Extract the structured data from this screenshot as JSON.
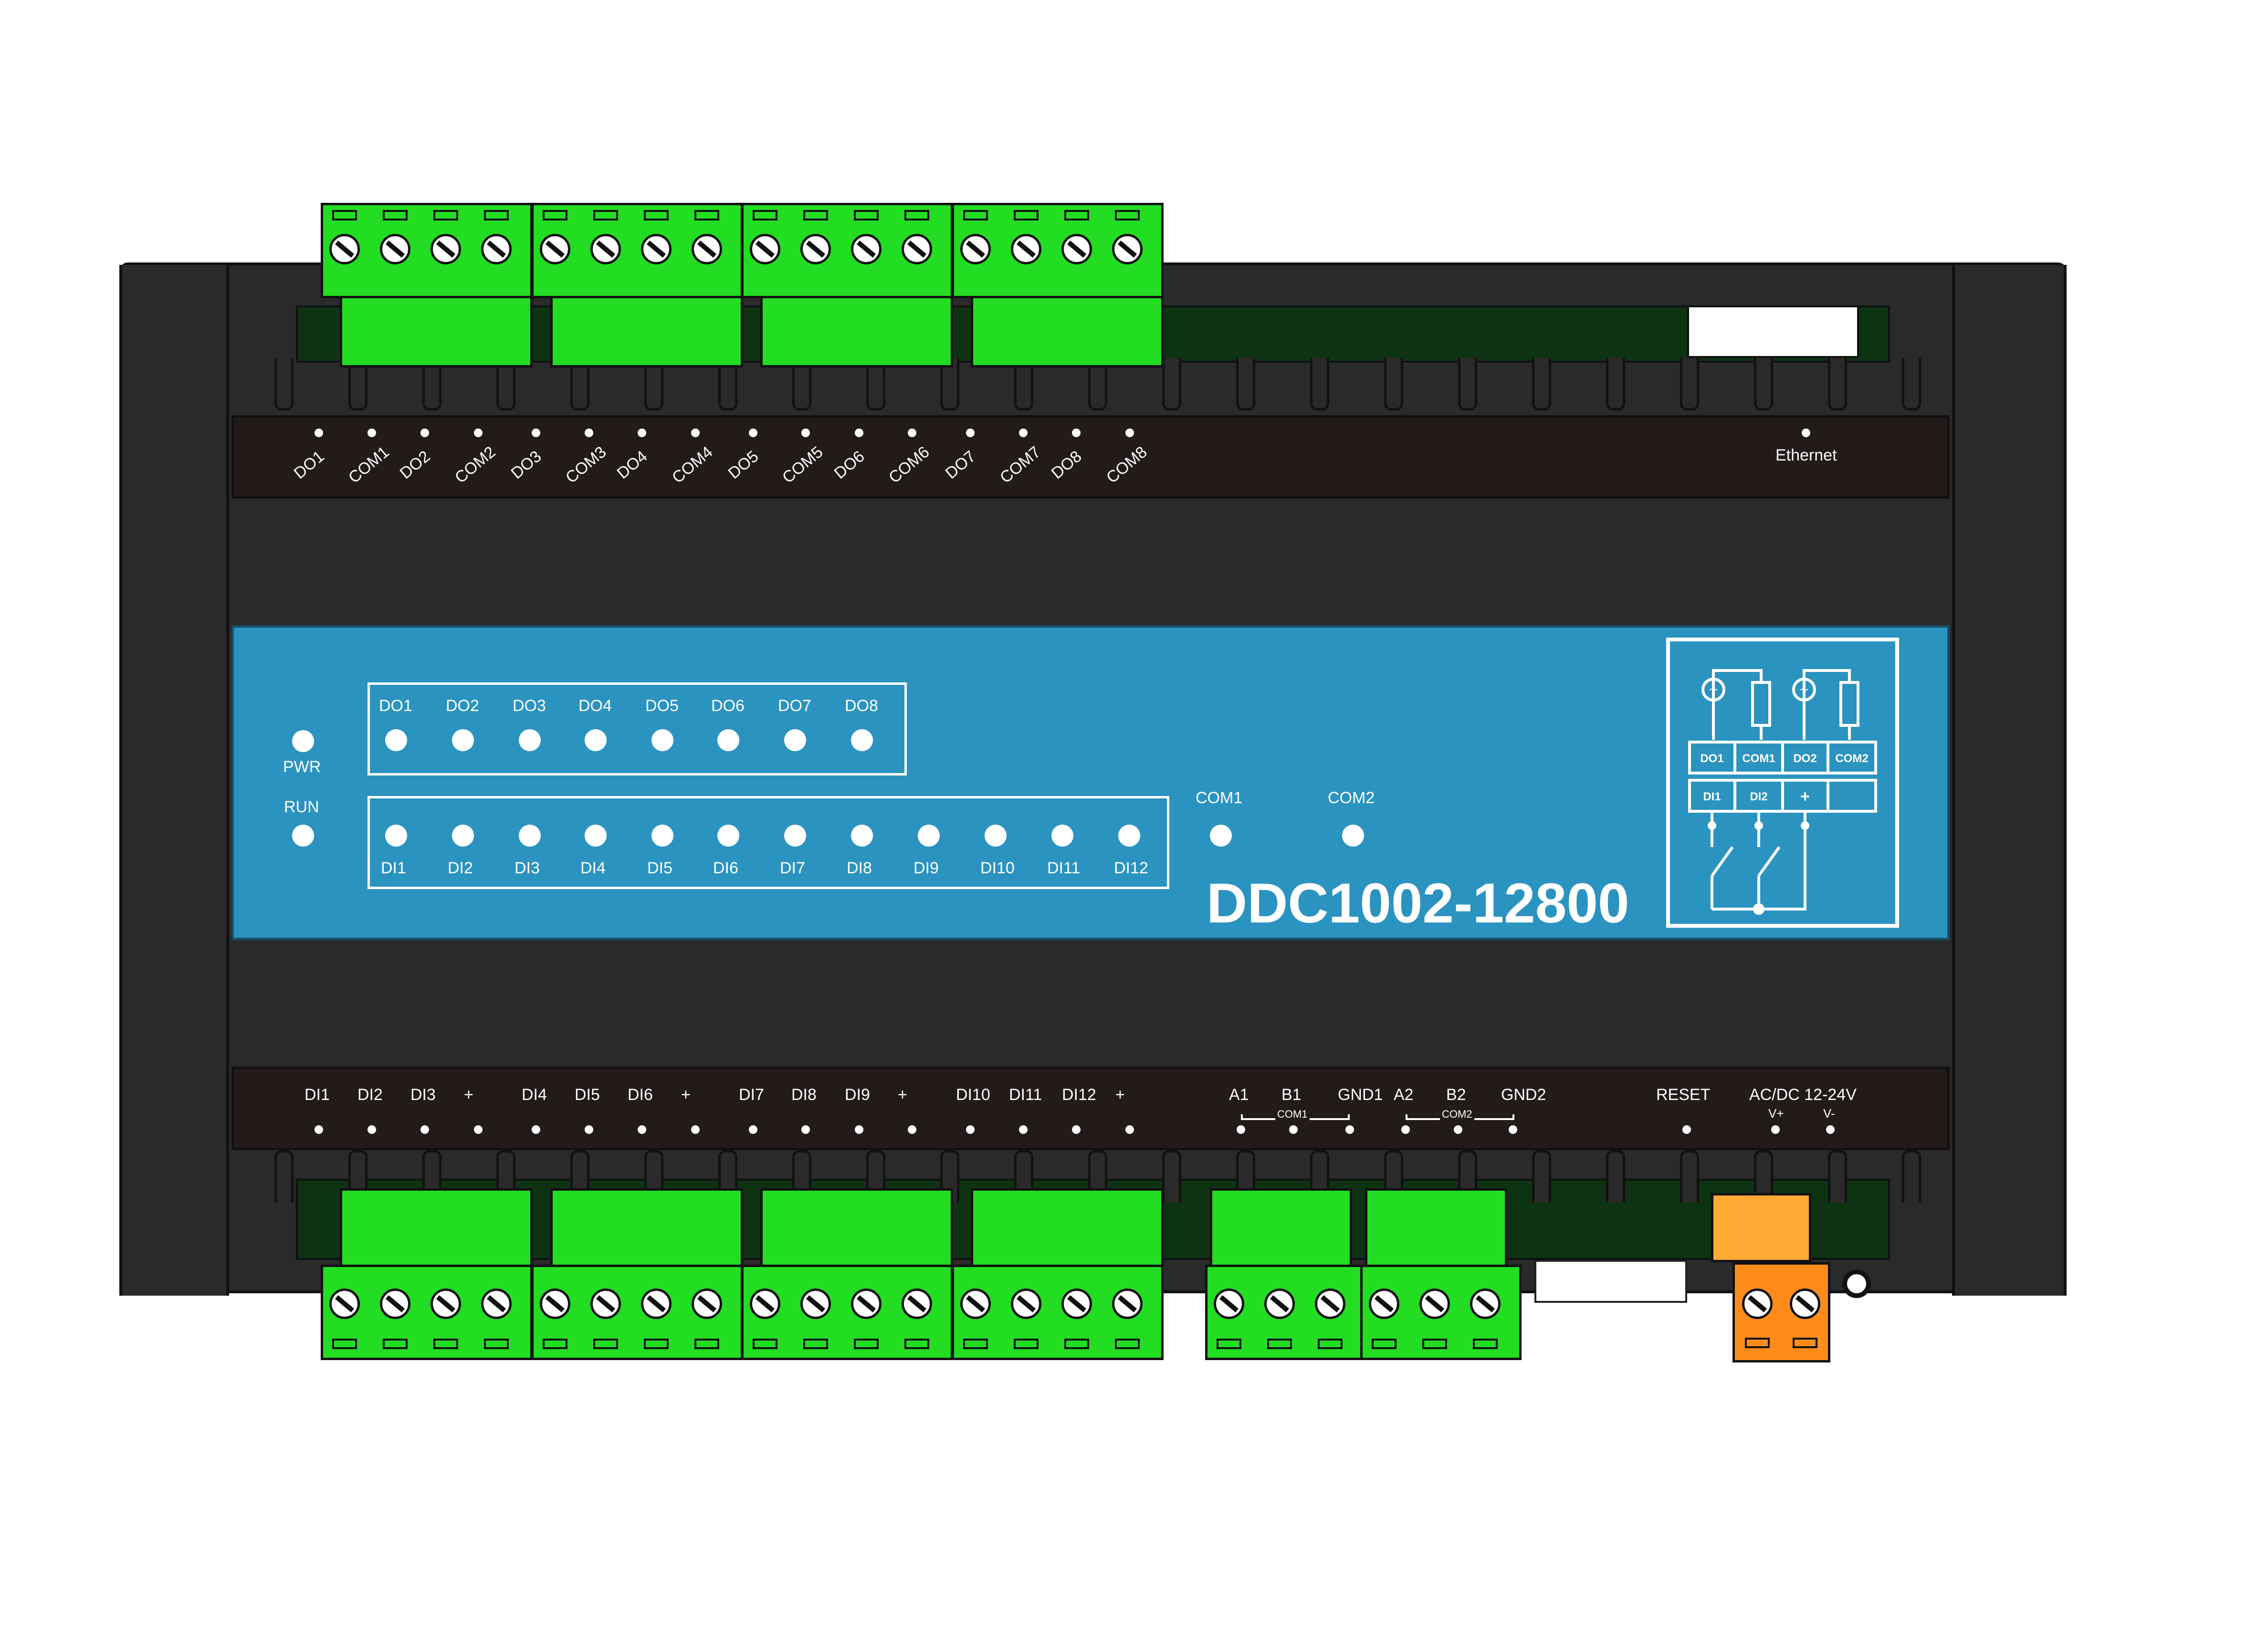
{
  "top_labels": [
    "DO1",
    "COM1",
    "DO2",
    "COM2",
    "DO3",
    "COM3",
    "DO4",
    "COM4",
    "DO5",
    "COM5",
    "DO6",
    "COM6",
    "DO7",
    "COM7",
    "DO8",
    "COM8"
  ],
  "ethernet_label": "Ethernet",
  "panel": {
    "pwr": "PWR",
    "run": "RUN",
    "do_labels": [
      "DO1",
      "DO2",
      "DO3",
      "DO4",
      "DO5",
      "DO6",
      "DO7",
      "DO8"
    ],
    "di_labels": [
      "DI1",
      "DI2",
      "DI3",
      "DI4",
      "DI5",
      "DI6",
      "DI7",
      "DI8",
      "DI9",
      "DI10",
      "DI11",
      "DI12"
    ],
    "com1": "COM1",
    "com2": "COM2",
    "model": "DDC1002-12800",
    "wiring": {
      "row1": [
        "DO1",
        "COM1",
        "DO2",
        "COM2"
      ],
      "row2": [
        "DI1",
        "DI2",
        "+",
        ""
      ]
    }
  },
  "bottom_labels": {
    "di": [
      "DI1",
      "DI2",
      "DI3",
      "+",
      "DI4",
      "DI5",
      "DI6",
      "+",
      "DI7",
      "DI8",
      "DI9",
      "+",
      "DI10",
      "DI11",
      "DI12",
      "+"
    ],
    "rs485": [
      "A1",
      "B1",
      "GND1",
      "A2",
      "B2",
      "GND2"
    ],
    "com_sub": [
      "COM1",
      "COM2"
    ],
    "reset": "RESET",
    "power": "AC/DC  12-24V",
    "vplus": "V+",
    "vminus": "V-"
  },
  "colors": {
    "case": "#2a2a2a",
    "terminal_green": "#22dd22",
    "panel_blue": "#2b93c0",
    "power_orange": "#ff8c1a"
  }
}
